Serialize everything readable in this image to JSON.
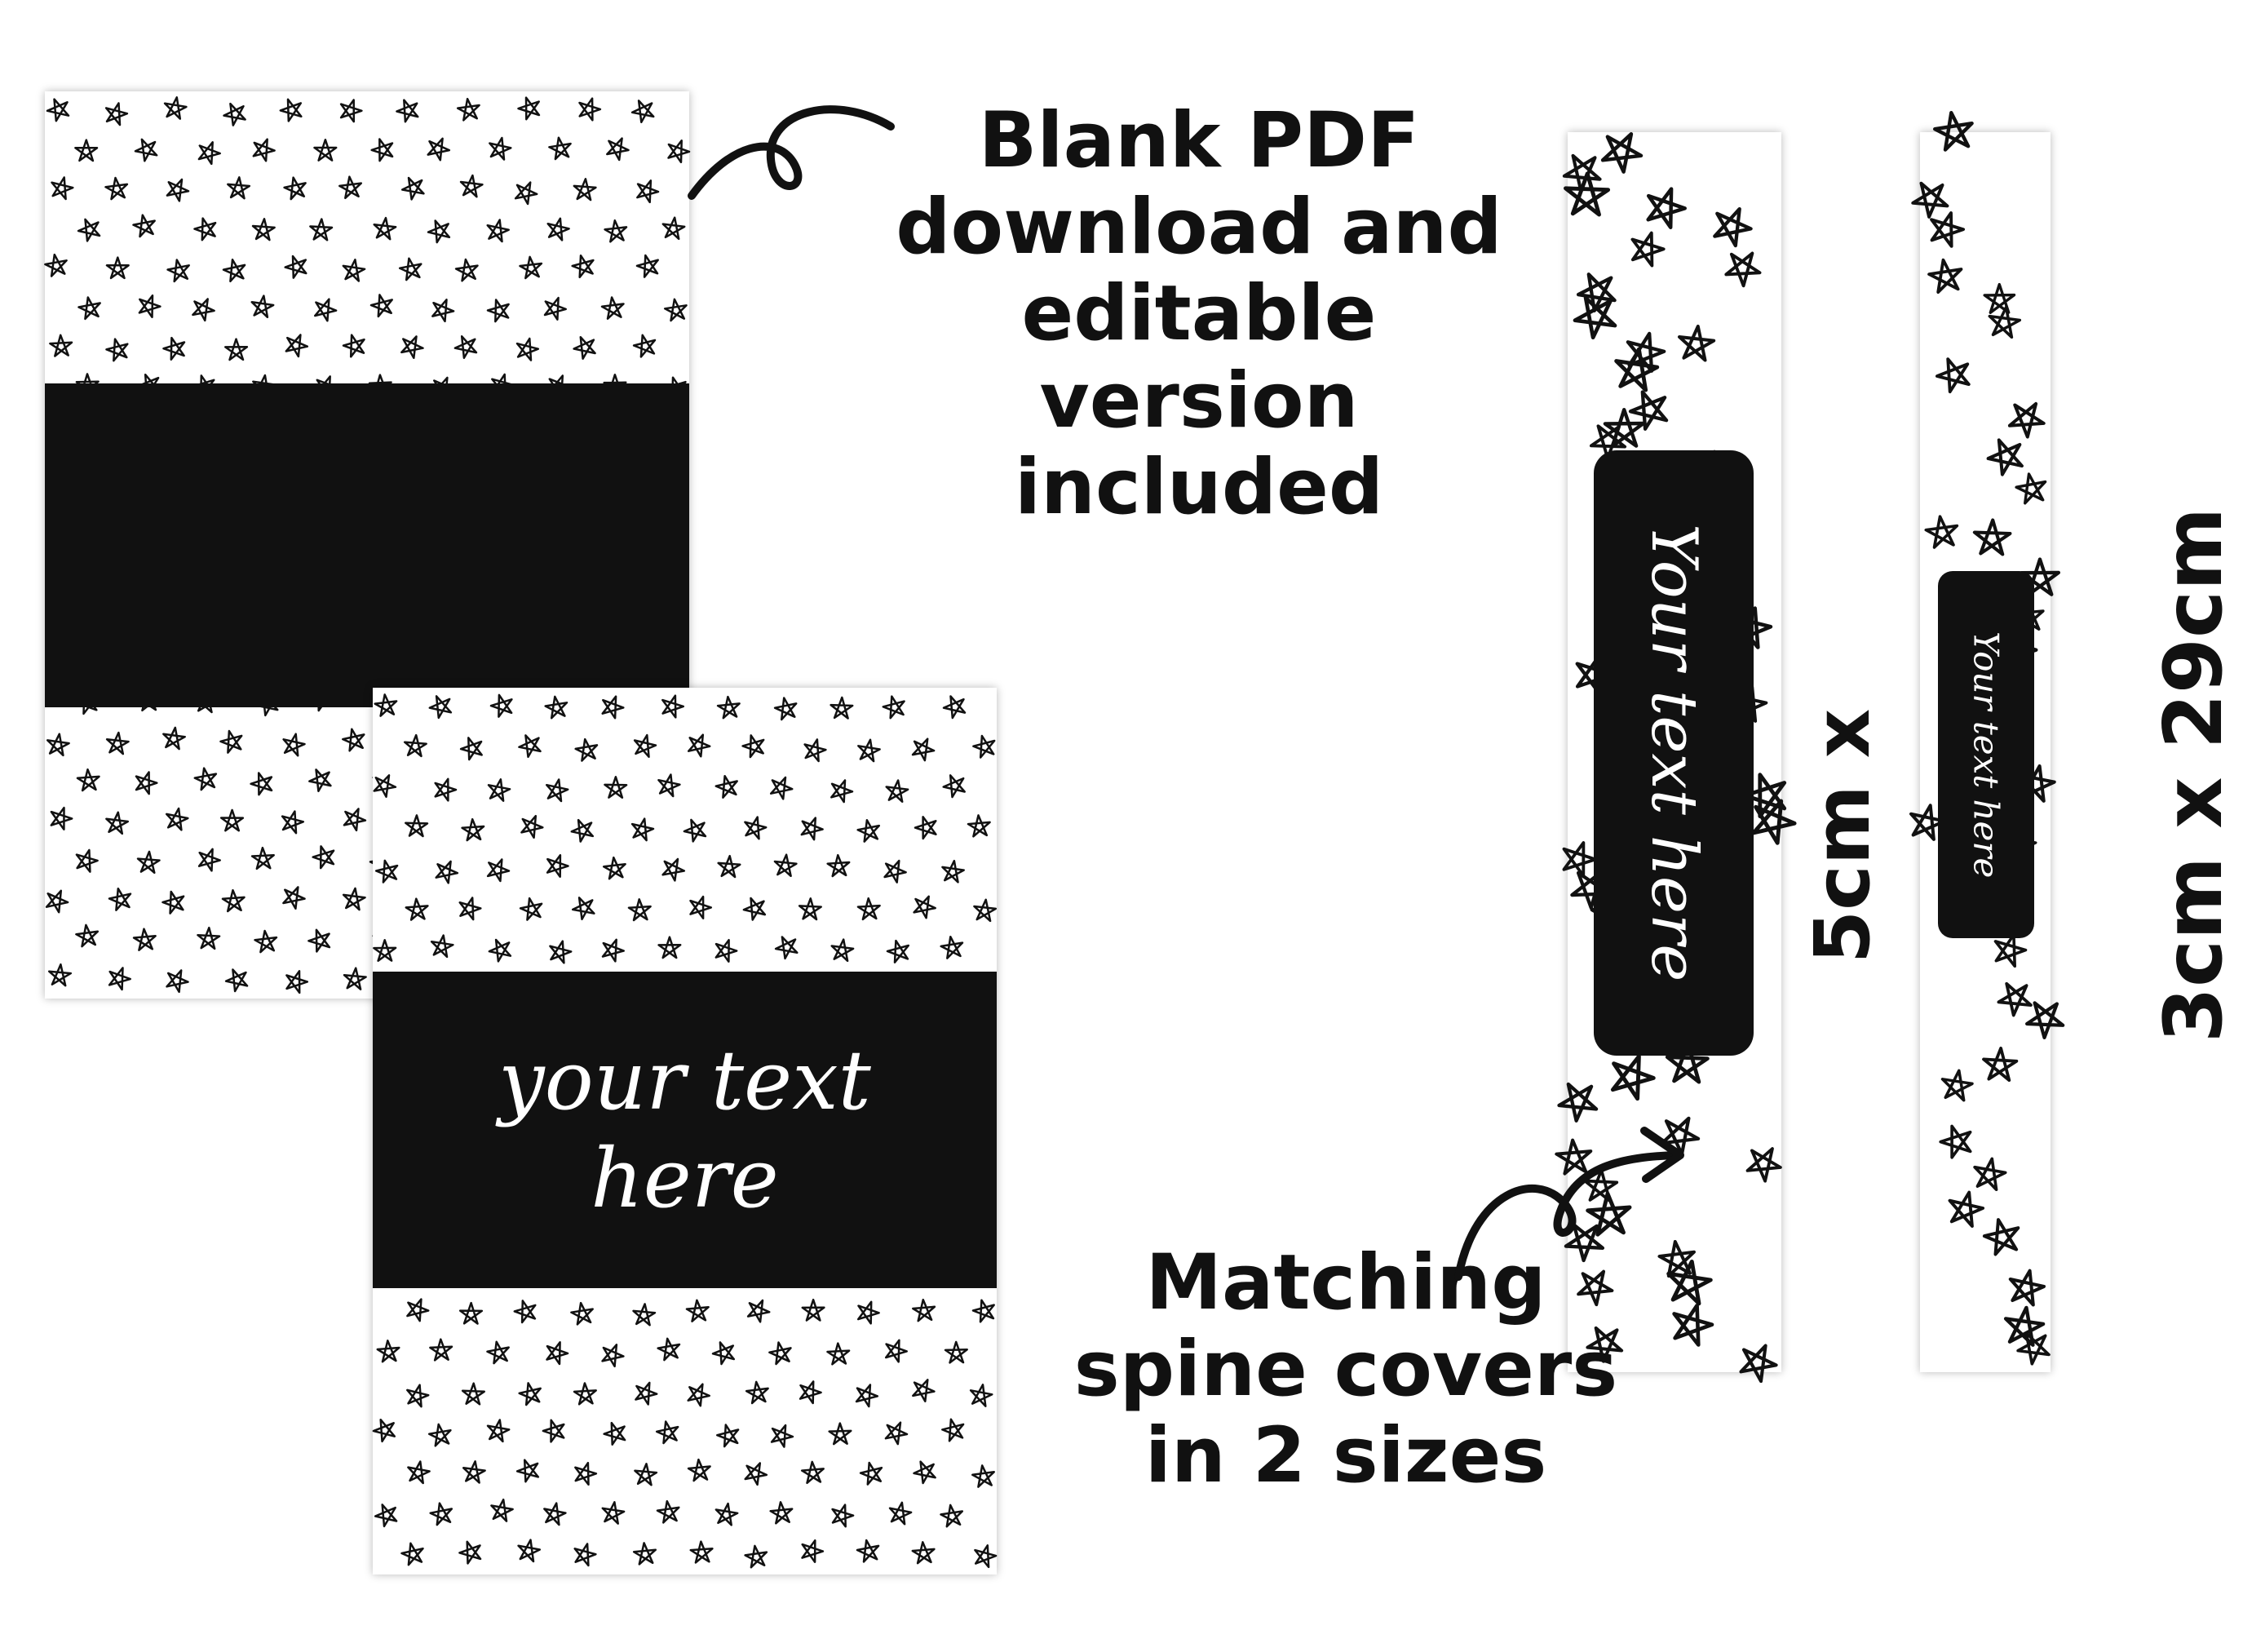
{
  "captions": {
    "top": [
      "Blank PDF",
      "download and",
      "editable",
      "version",
      "included"
    ],
    "bottom": [
      "Matching",
      "spine covers",
      "in 2 sizes"
    ]
  },
  "cover_text": [
    "your text",
    "here"
  ],
  "spine_text_large": "Your text here",
  "spine_text_small": "Your text here",
  "dimensions": {
    "large": "5cm x",
    "small": "3cm x 29cm"
  },
  "colors": {
    "background": "#ffffff",
    "band": "#111111",
    "text": "#111111",
    "star": "#111111"
  },
  "icons": {
    "star_pattern": "star-icon",
    "arrow": "curly-arrow-icon"
  }
}
